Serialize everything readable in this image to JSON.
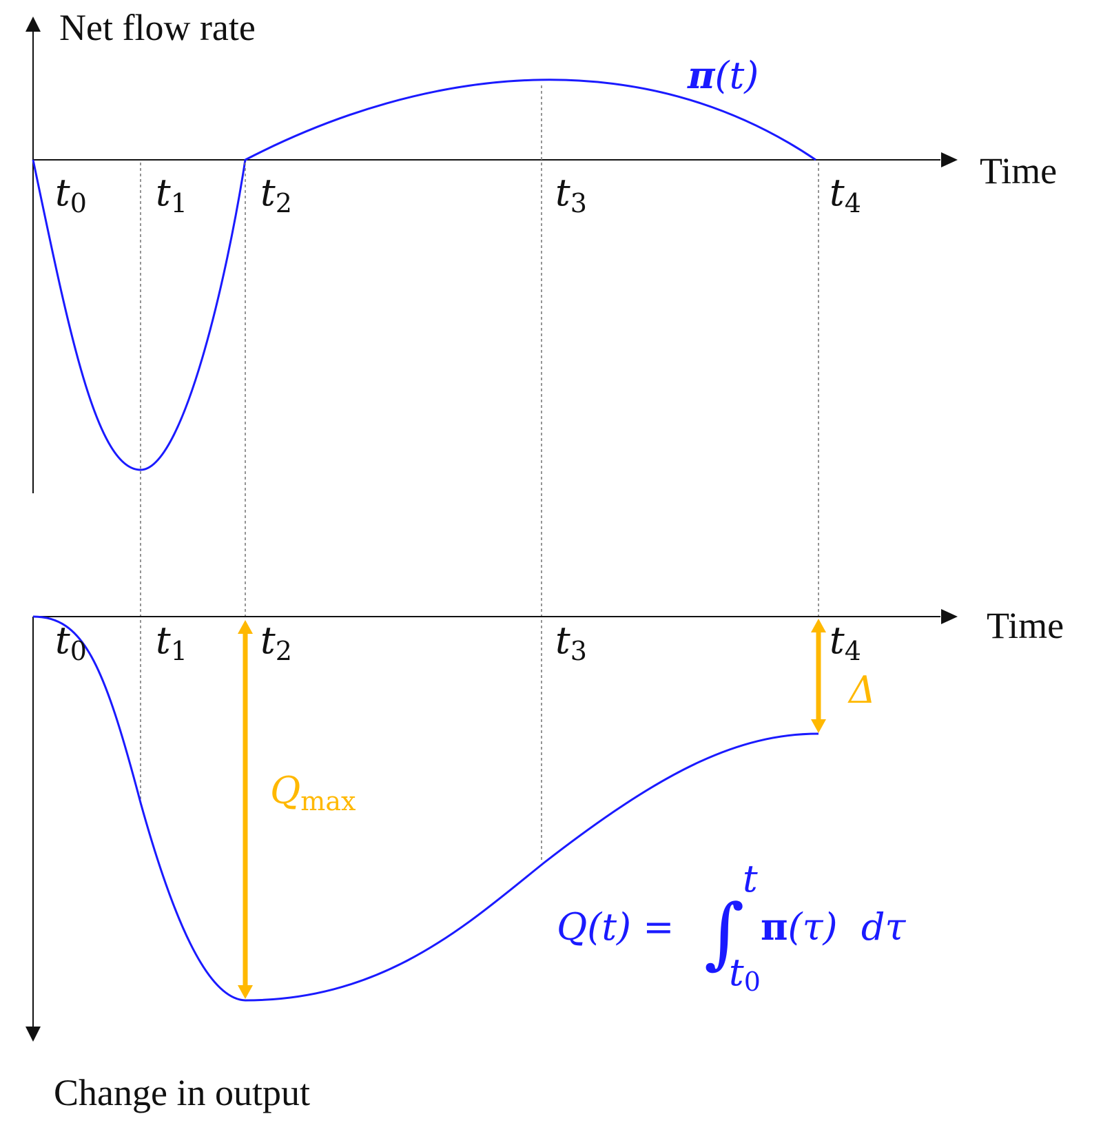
{
  "top_panel": {
    "y_axis_title": "Net flow rate",
    "x_axis_title": "Time",
    "curve_label": {
      "symbol": "π",
      "arg": "(t)"
    },
    "time_labels": [
      {
        "base": "t",
        "sub": "0"
      },
      {
        "base": "t",
        "sub": "1"
      },
      {
        "base": "t",
        "sub": "2"
      },
      {
        "base": "t",
        "sub": "3"
      },
      {
        "base": "t",
        "sub": "4"
      }
    ]
  },
  "bottom_panel": {
    "y_axis_title": "Change in output",
    "x_axis_title": "Time",
    "time_labels": [
      {
        "base": "t",
        "sub": "0"
      },
      {
        "base": "t",
        "sub": "1"
      },
      {
        "base": "t",
        "sub": "2"
      },
      {
        "base": "t",
        "sub": "3"
      },
      {
        "base": "t",
        "sub": "4"
      }
    ],
    "qmax_label": {
      "base": "Q",
      "sub": "max"
    },
    "delta_label": "Δ",
    "formula": {
      "lhs": "Q(t) =",
      "integral": "∫",
      "upper": "t",
      "lower_base": "t",
      "lower_sub": "0",
      "integrand_symbol": "π",
      "integrand_rest": "(τ)  dτ"
    }
  },
  "colors": {
    "curve": "#1a1aff",
    "highlight": "#ffb800",
    "axis": "#111111",
    "guide": "#888888"
  }
}
